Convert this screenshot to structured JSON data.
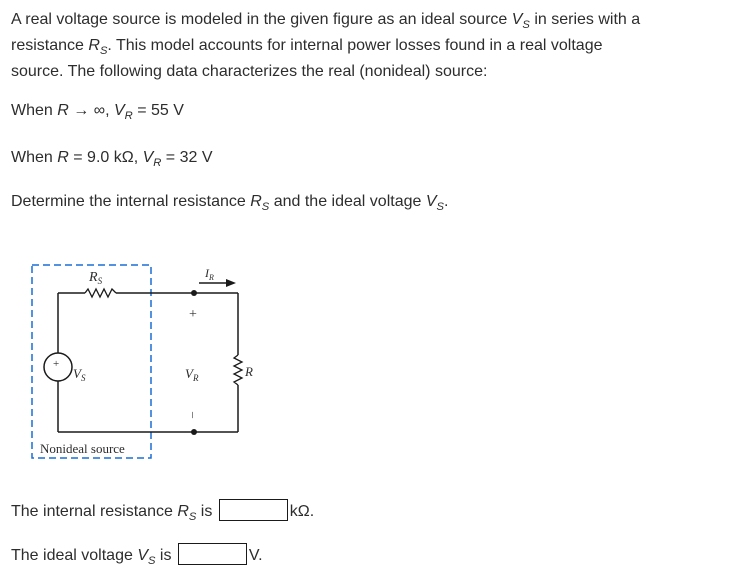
{
  "problem": {
    "intro_line1": "A real voltage source is modeled in the given figure as an ideal source ",
    "intro_vs_var": "V",
    "intro_vs_sub": "S",
    "intro_line1_end": " in series with a",
    "intro_line2_start": "resistance ",
    "intro_rs_var": "R",
    "intro_rs_sub": "S",
    "intro_line2_end": ". This model accounts for internal power losses found in a real voltage",
    "intro_line3": "source. The following data characterizes the real (nonideal) source:",
    "cond1_when": "When ",
    "cond1_r": "R",
    "cond1_arrow": " → ∞, ",
    "cond1_v": "V",
    "cond1_vsub": "R",
    "cond1_val": " = 55 V",
    "cond2_when": "When ",
    "cond2_r": "R",
    "cond2_rval": " = 9.0 kΩ, ",
    "cond2_v": "V",
    "cond2_vsub": "R",
    "cond2_val": " = 32 V",
    "determine_start": "Determine the internal resistance ",
    "determine_rs": "R",
    "determine_rs_sub": "S",
    "determine_mid": " and the ideal voltage ",
    "determine_vs": "V",
    "determine_vs_sub": "S",
    "determine_end": "."
  },
  "figure": {
    "rs_label": "R",
    "rs_sub": "S",
    "ir_label": "I",
    "ir_sub": "R",
    "vs_label": "V",
    "vs_sub": "S",
    "vr_label": "V",
    "vr_sub": "R",
    "r_label": "R",
    "plus_sign": "+",
    "minus_sign": "–",
    "source_plus": "+",
    "nonideal_label": "Nonideal source"
  },
  "answers": {
    "rs_prompt_start": "The internal resistance ",
    "rs_prompt_var": "R",
    "rs_prompt_sub": "S",
    "rs_prompt_is": " is",
    "rs_unit": "kΩ.",
    "rs_value": "",
    "vs_prompt_start": "The ideal voltage ",
    "vs_prompt_var": "V",
    "vs_prompt_sub": "S",
    "vs_prompt_is": " is",
    "vs_unit": "V.",
    "vs_value": ""
  },
  "colors": {
    "text": "#2d2d2d",
    "dashed_border": "#1a6fd6",
    "wire": "#1a1a1a"
  }
}
